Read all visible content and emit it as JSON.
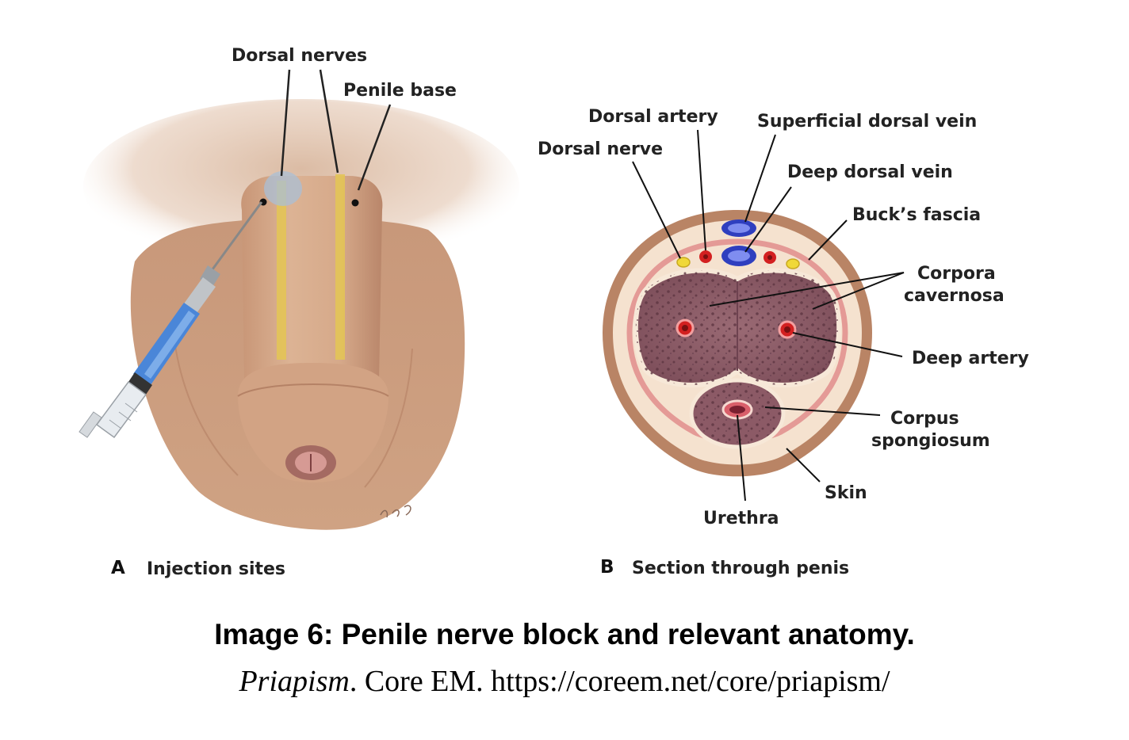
{
  "panel_a": {
    "letter": "A",
    "title": "Injection sites",
    "labels": {
      "dorsal_nerves": "Dorsal nerves",
      "penile_base": "Penile base"
    }
  },
  "panel_b": {
    "letter": "B",
    "title": "Section through penis",
    "labels": {
      "dorsal_artery": "Dorsal artery",
      "superficial_dorsal_vein": "Superficial dorsal vein",
      "dorsal_nerve": "Dorsal nerve",
      "deep_dorsal_vein": "Deep dorsal vein",
      "bucks_fascia": "Buck’s fascia",
      "corpora_cavernosa_1": "Corpora",
      "corpora_cavernosa_2": "cavernosa",
      "deep_artery": "Deep artery",
      "corpus_spongiosum_1": "Corpus",
      "corpus_spongiosum_2": "spongiosum",
      "skin": "Skin",
      "urethra": "Urethra"
    }
  },
  "caption": {
    "title": "Image 6: Penile nerve block and relevant anatomy.",
    "source_italic": "Priapism",
    "source_rest": ". Core EM. https://coreem.net/core/priapism/"
  },
  "colors": {
    "skin": "#d9ae8e",
    "skin_shadow": "#c9987a",
    "nerve_yellow": "#e3c457",
    "syringe_blue": "#4a86d8",
    "vein_blue": "#2f3fbf",
    "artery_red": "#d32020",
    "cavernosa": "#8c5a66",
    "fascia_pink": "#e49a96",
    "tunica": "#f7e8d8"
  }
}
